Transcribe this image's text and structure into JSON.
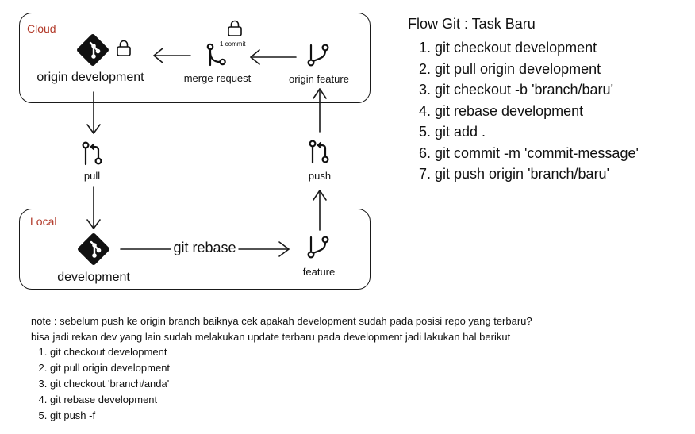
{
  "cloud": {
    "label": "Cloud",
    "origin_development": "origin development",
    "merge_request": "merge-request",
    "merge_commit_count": "1 commit",
    "origin_feature": "origin feature"
  },
  "local": {
    "label": "Local",
    "development": "development",
    "feature": "feature",
    "rebase_label": "git rebase"
  },
  "transfer": {
    "pull": "pull",
    "push": "push"
  },
  "flow": {
    "title": "Flow Git : Task Baru",
    "steps": [
      "git checkout development",
      "git pull origin development",
      "git checkout -b 'branch/baru'",
      "git rebase development",
      "git add .",
      "git commit -m 'commit-message'",
      "git push origin 'branch/baru'"
    ]
  },
  "note": {
    "line1": "note : sebelum push ke origin branch baiknya cek apakah development sudah pada posisi repo yang terbaru?",
    "line2": "bisa jadi rekan dev yang lain sudah melakukan update terbaru pada development jadi lakukan hal berikut",
    "steps": [
      "git checkout development",
      "git pull origin development",
      "git checkout 'branch/anda'",
      "git rebase development",
      "git push -f"
    ]
  },
  "colors": {
    "box_label": "#b23a2a",
    "ink": "#1a1a1a"
  }
}
